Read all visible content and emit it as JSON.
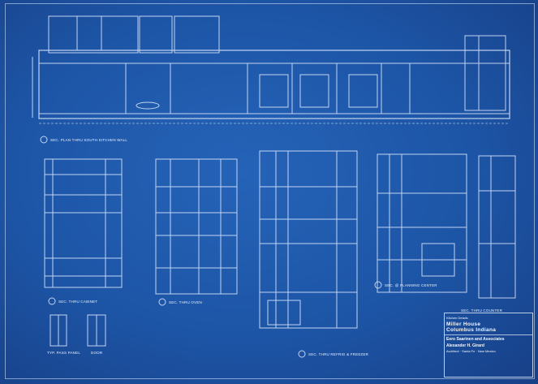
{
  "colors": {
    "paper": "#1d55a6",
    "ink": "#e8f1ff"
  },
  "labels": {
    "sec_plan_kitchen": "Sec. plan thru south kitchen wall",
    "sec_thru_cabinet": "Sec. thru cabinet",
    "sec_thru_oven": "Sec. thru oven",
    "sec_thru_panel": "Sec. thru refrig & freezer",
    "sec_planning_center": "Sec. @ planning center",
    "sec_thru_counter": "Sec. thru counter",
    "top_of_panel": "Typ. pass panel",
    "detail_small": "Door"
  },
  "title_block": {
    "drawing": "Kitchen Details",
    "project_line1": "Miller House",
    "project_line2": "Columbus Indiana",
    "firm": "Eero Saarinen and Associates",
    "architect": "Alexander H. Girard",
    "architect_sub": "Architect · Santa Fe · New Mexico"
  }
}
